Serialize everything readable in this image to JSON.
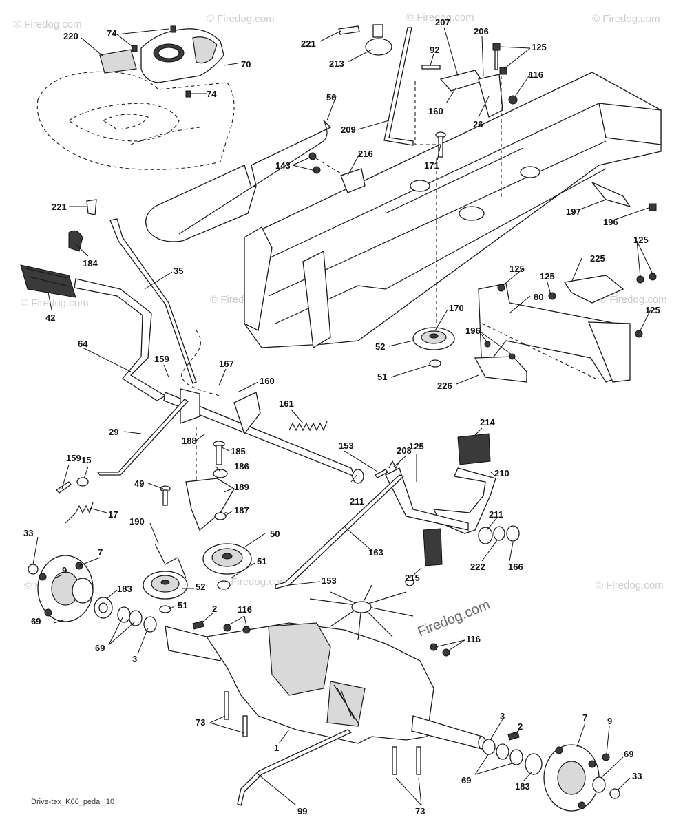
{
  "diagram_code": "Drive-tex_K66_pedal_10",
  "watermark_text": "© Firedog.com",
  "center_watermark": "Firedog.com",
  "callouts": {
    "c220": "220",
    "c74a": "74",
    "c74b": "74",
    "c70": "70",
    "c221a": "221",
    "c213": "213",
    "c207": "207",
    "c206": "206",
    "c125a": "125",
    "c92": "92",
    "c116a": "116",
    "c160a": "160",
    "c26": "26",
    "c209": "209",
    "c56": "56",
    "c171": "171",
    "c216": "216",
    "c143": "143",
    "c197": "197",
    "c196a": "196",
    "c221b": "221",
    "c184": "184",
    "c35": "35",
    "c42": "42",
    "c125b": "125",
    "c225": "225",
    "c125c": "125",
    "c125d": "125",
    "c80": "80",
    "c125e": "125",
    "c170": "170",
    "c52a": "52",
    "c51a": "51",
    "c196b": "196",
    "c226": "226",
    "c64": "64",
    "c159a": "159",
    "c167": "167",
    "c160b": "160",
    "c161": "161",
    "c29": "29",
    "c188": "188",
    "c185": "185",
    "c153a": "153",
    "c208": "208",
    "c125f": "125",
    "c214": "214",
    "c159b": "159",
    "c15": "15",
    "c186": "186",
    "c49": "49",
    "c189": "189",
    "c17": "17",
    "c187": "187",
    "c211a": "211",
    "c210": "210",
    "c211b": "211",
    "c163": "163",
    "c222": "222",
    "c166": "166",
    "c33a": "33",
    "c9a": "9",
    "c7a": "7",
    "c190": "190",
    "c50": "50",
    "c51b": "51",
    "c52b": "52",
    "c183a": "183",
    "c51c": "51",
    "c69a": "69",
    "c69b": "69",
    "c3a": "3",
    "c2a": "2",
    "c116b": "116",
    "c153b": "153",
    "c215": "215",
    "c116c": "116",
    "c73a": "73",
    "c1": "1",
    "c3b": "3",
    "c2b": "2",
    "c7b": "7",
    "c9b": "9",
    "c69c": "69",
    "c33b": "33",
    "c69d": "69",
    "c183b": "183",
    "c73b": "73",
    "c99": "99"
  }
}
